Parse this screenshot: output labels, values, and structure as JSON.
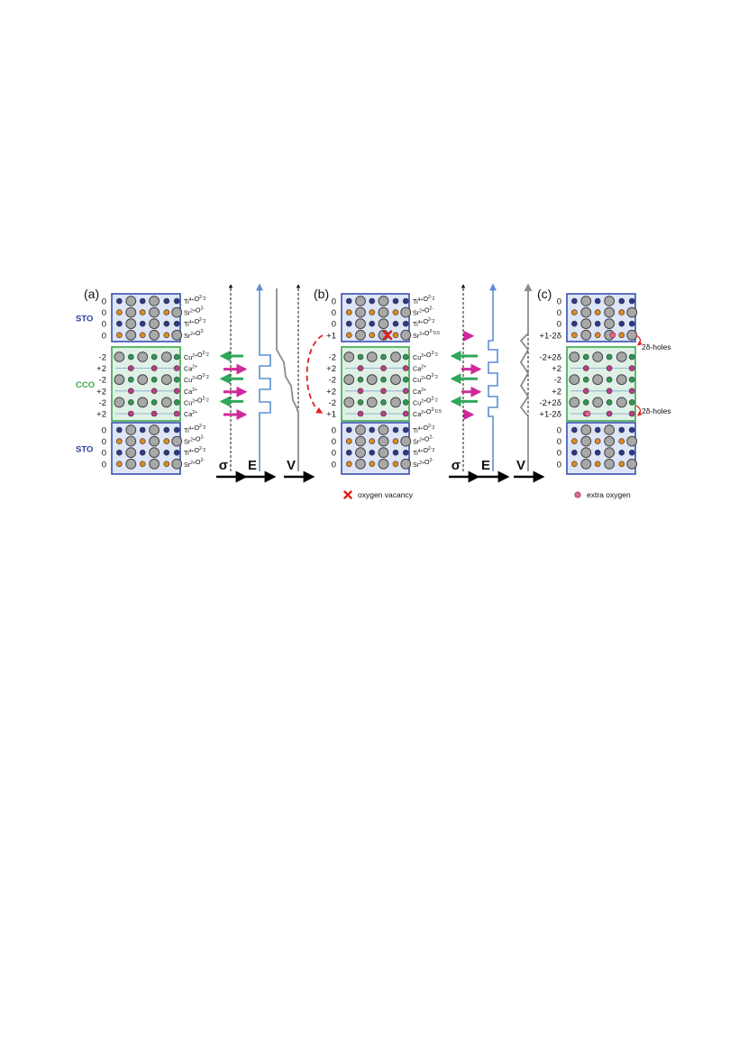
{
  "panels": [
    {
      "label": "(a)",
      "blocks": [
        {
          "name": "STO",
          "rows": [
            {
              "charge": "0",
              "formula": "Ti4+O2-2"
            },
            {
              "charge": "0",
              "formula": "Sr2+O2-"
            },
            {
              "charge": "0",
              "formula": "Ti4+O2-2"
            },
            {
              "charge": "0",
              "formula": "Sr2+O2-"
            }
          ]
        },
        {
          "name": "CCO",
          "rows": [
            {
              "charge": "-2",
              "formula": "Cu2+O2-2"
            },
            {
              "charge": "+2",
              "formula": "Ca2+"
            },
            {
              "charge": "-2",
              "formula": "Cu2+O2-2"
            },
            {
              "charge": "+2",
              "formula": "Ca2+"
            },
            {
              "charge": "-2",
              "formula": "Cu2+O2-2"
            },
            {
              "charge": "+2",
              "formula": "Ca2+"
            }
          ]
        },
        {
          "name": "STO",
          "rows": [
            {
              "charge": "0",
              "formula": "Ti4+O2-2"
            },
            {
              "charge": "0",
              "formula": "Sr2+O2-"
            },
            {
              "charge": "0",
              "formula": "Ti4+O2-2"
            },
            {
              "charge": "0",
              "formula": "Sr2+O2-"
            }
          ]
        }
      ],
      "axes": [
        "σ",
        "E",
        "V"
      ]
    },
    {
      "label": "(b)",
      "blocks": [
        {
          "rows": [
            {
              "charge": "0",
              "formula": "Ti4+O2-2"
            },
            {
              "charge": "0",
              "formula": "Sr2+O2-"
            },
            {
              "charge": "0",
              "formula": "Ti4+O2-2"
            },
            {
              "charge": "+1",
              "formula": "Sr2+O2-0.5"
            }
          ]
        },
        {
          "rows": [
            {
              "charge": "-2",
              "formula": "Cu2+O2-2"
            },
            {
              "charge": "+2",
              "formula": "Ca2+"
            },
            {
              "charge": "-2",
              "formula": "Cu2+O2-2"
            },
            {
              "charge": "+2",
              "formula": "Ca2+"
            },
            {
              "charge": "-2",
              "formula": "Cu2+O2-2"
            },
            {
              "charge": "+1",
              "formula": "Ca2+O2-0.5"
            }
          ]
        },
        {
          "rows": [
            {
              "charge": "0",
              "formula": "Ti4+O2-2"
            },
            {
              "charge": "0",
              "formula": "Sr2+O2-"
            },
            {
              "charge": "0",
              "formula": "Ti4+O2-2"
            },
            {
              "charge": "0",
              "formula": "Sr2+O2-"
            }
          ]
        }
      ],
      "axes": [
        "σ",
        "E",
        "V"
      ],
      "legend": "oxygen vacancy"
    },
    {
      "label": "(c)",
      "blocks": [
        {
          "rows": [
            {
              "charge": "0"
            },
            {
              "charge": "0"
            },
            {
              "charge": "0"
            },
            {
              "charge": "+1-2δ"
            }
          ]
        },
        {
          "rows": [
            {
              "charge": "-2+2δ"
            },
            {
              "charge": "+2"
            },
            {
              "charge": "-2"
            },
            {
              "charge": "+2"
            },
            {
              "charge": "-2+2δ"
            },
            {
              "charge": "+1-2δ"
            }
          ]
        },
        {
          "rows": [
            {
              "charge": "0"
            },
            {
              "charge": "0"
            },
            {
              "charge": "0"
            },
            {
              "charge": "0"
            }
          ]
        }
      ],
      "annotations": [
        "2δ-holes",
        "2δ-holes"
      ],
      "legend": "extra oxygen"
    }
  ],
  "colors": {
    "sto_border": "#3a50b0",
    "sto_fill": "#dde5f6",
    "cco_border": "#3aa84a",
    "cco_fill": "#dff0e6",
    "sto_label": "#2b3f9e",
    "cco_label": "#3aa84a",
    "arrow_green": "#2ea85a",
    "arrow_magenta": "#d02a9a",
    "e_line": "#5b8fd0",
    "v_line": "#8c8c8c",
    "vacancy": "#e02020",
    "extra_oxygen": "#e46a8a"
  }
}
